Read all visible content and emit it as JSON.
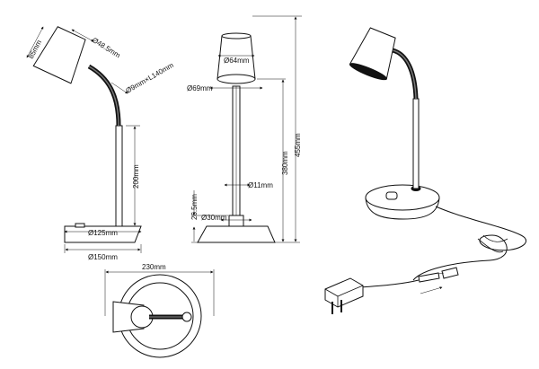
{
  "views": {
    "side": {
      "shade_length": "85mm",
      "shade_diameter": "Ø48.5mm",
      "neck": "Ø9mm×L140mm",
      "stem_height": "200mm",
      "base_inner_diameter": "Ø125mm",
      "base_diameter": "Ø150mm"
    },
    "front": {
      "shade_top_diameter": "Ø64mm",
      "shade_bottom_diameter": "Ø69mm",
      "stem_diameter": "Ø11mm",
      "collar_height": "26.5mm",
      "collar_diameter": "Ø30mm",
      "total_to_shade_bottom": "380mm",
      "total_height": "455mm"
    },
    "top": {
      "base_width": "230mm"
    }
  }
}
